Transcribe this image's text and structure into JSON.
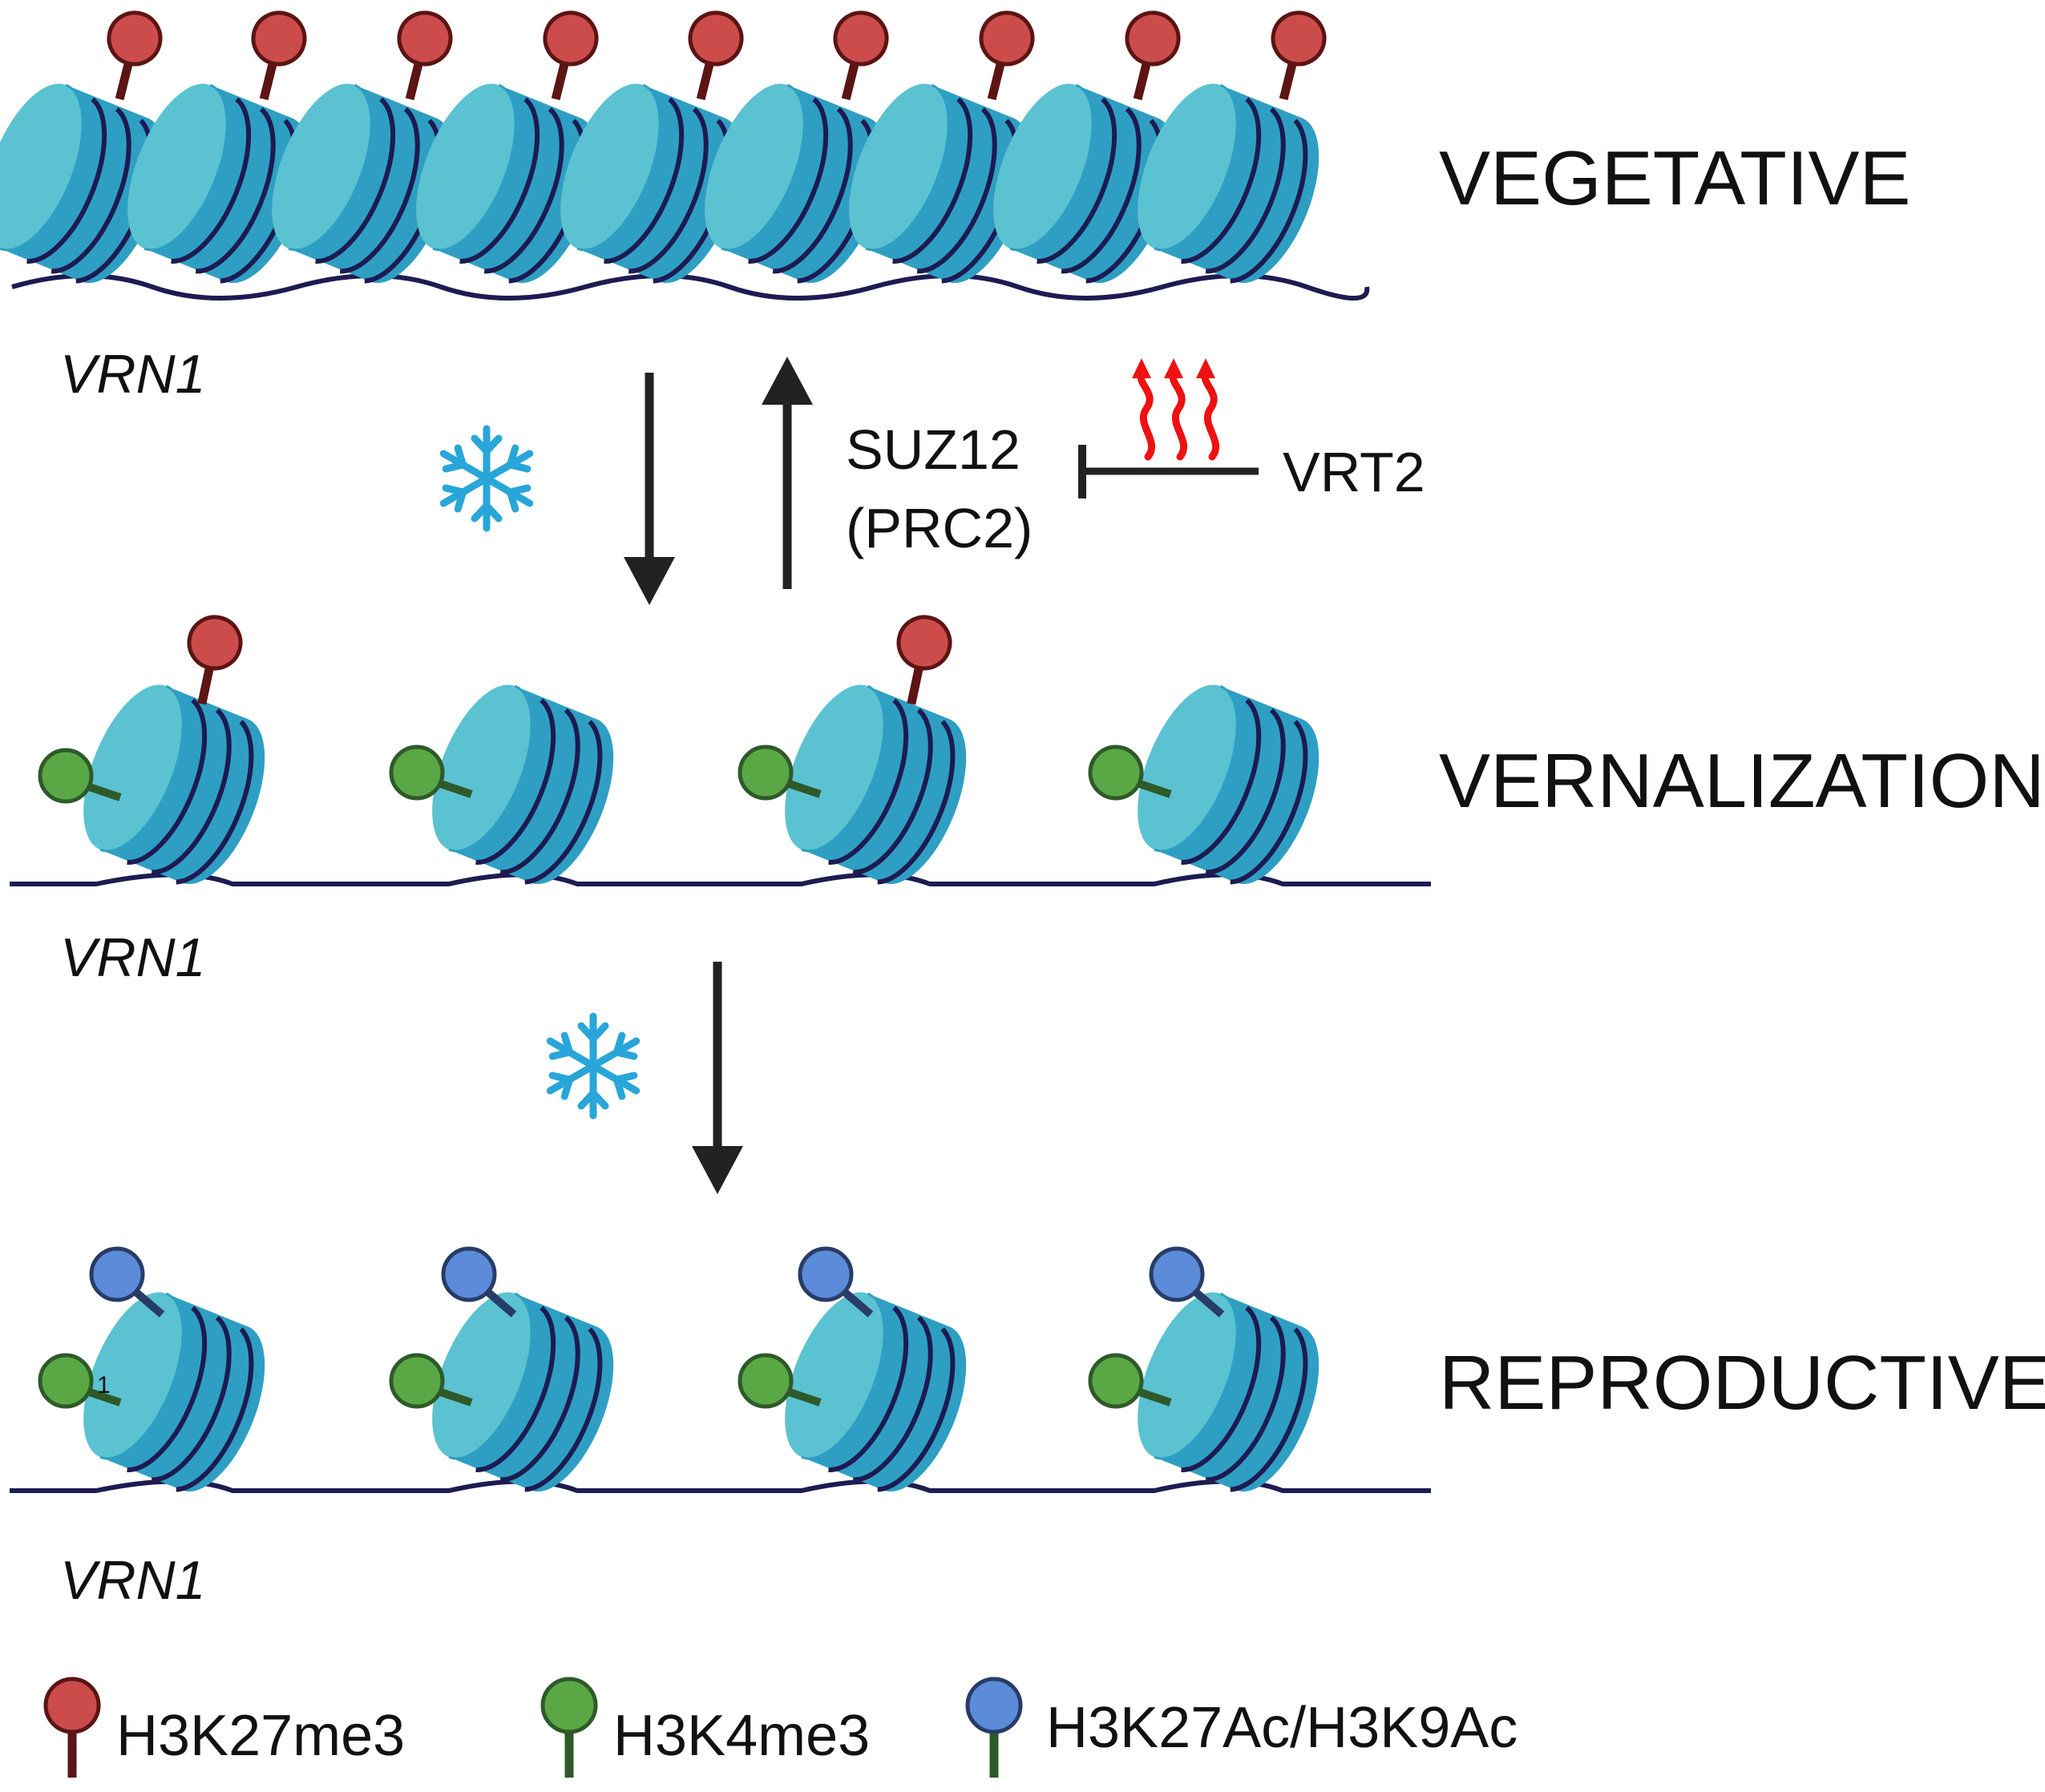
{
  "stages": {
    "vegetative": "VEGETATIVE",
    "vernalization": "VERNALIZATION",
    "reproductive": "REPRODUCTIVE"
  },
  "gene_labels": [
    "VRN1",
    "VRN1",
    "VRN1"
  ],
  "regulators": {
    "suz12_line1": "SUZ12",
    "suz12_line2": "(PRC2)",
    "vrt2": "VRT2"
  },
  "stray_mark": "1",
  "legend": [
    {
      "label": "H3K27me3",
      "color": "#cc4c4c",
      "stem_color": "#5c1414"
    },
    {
      "label": "H3K4me3",
      "color": "#5aa845",
      "stem_color": "#2e5a2a"
    },
    {
      "label": "H3K27Ac/H3K9Ac",
      "color": "#5b8bd9",
      "stem_color": "#2e5a2a"
    }
  ],
  "icons": {
    "cold": "snowflake-icon",
    "heat": "heat-waves-icon"
  },
  "colors": {
    "nucleosome_face": "#5bc2d2",
    "nucleosome_side": "#2e9fc3",
    "dna": "#1d1b52",
    "snowflake": "#29a6d9",
    "heat": "#ee1111",
    "arrow": "#222222"
  }
}
